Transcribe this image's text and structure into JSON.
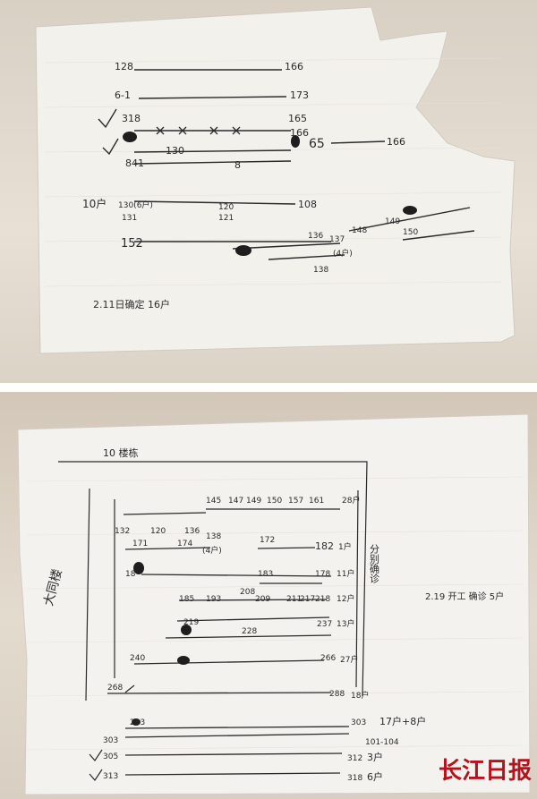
{
  "top_sheet": {
    "row1": {
      "left": "128",
      "right": "166"
    },
    "row2": {
      "left": "6-1",
      "right": "173"
    },
    "row3": {
      "left": "318",
      "right": "165"
    },
    "row4": {
      "right": "166",
      "mid": "65",
      "far": "166"
    },
    "row5": {
      "left": "841",
      "mid1": "130",
      "mid2": "8"
    },
    "row6": {
      "label": "10户",
      "left": "130(6户)",
      "left2": "131",
      "mid": "120",
      "mid2": "121",
      "right": "108"
    },
    "row7": {
      "left": "152",
      "right1": "136",
      "right2": "137",
      "right3": "(4户)",
      "below": "138",
      "far1": "148",
      "far2": "149",
      "far3": "150"
    },
    "note": "2.11日确定 16户"
  },
  "bottom_sheet": {
    "heading": "10 楼栋",
    "side_label": "大同楼",
    "rows": [
      {
        "left": "145",
        "mid1": "147",
        "mid2": "149",
        "mid3": "150",
        "mid4": "157",
        "mid5": "161",
        "right": "28户"
      },
      {
        "left": "132",
        "mid1": "120",
        "mid2": "136",
        "below1": "138",
        "below2": "(4户)"
      },
      {
        "left": "171",
        "mid1": "174",
        "mid2": "172",
        "right": "182",
        "tail": "1户"
      },
      {
        "left": "18",
        "mid1": "183",
        "right": "178",
        "tail": "11户"
      },
      {
        "left": "185",
        "mid1": "193",
        "mid2": "208",
        "mid3": "209",
        "mid4": "211",
        "mid5": "217",
        "right": "218",
        "tail": "12户"
      },
      {
        "left": "219",
        "mid1": "228",
        "right": "237",
        "tail": "13户"
      },
      {
        "left": "240",
        "right": "266",
        "tail": "27户"
      },
      {
        "left": "268",
        "right": "288",
        "tail": "18户"
      },
      {
        "left": "283",
        "right": "303",
        "tail": "17户+8户"
      },
      {
        "left": "303",
        "right": "101-104"
      },
      {
        "left": "305",
        "right": "312",
        "tail": "3户"
      },
      {
        "left": "313",
        "right": "318",
        "tail": "6户"
      }
    ],
    "vertical_label": "分别确诊",
    "note": "2.19 开工 确诊 5户"
  },
  "watermark": {
    "text": "长江日报",
    "color": "#b5121b"
  }
}
